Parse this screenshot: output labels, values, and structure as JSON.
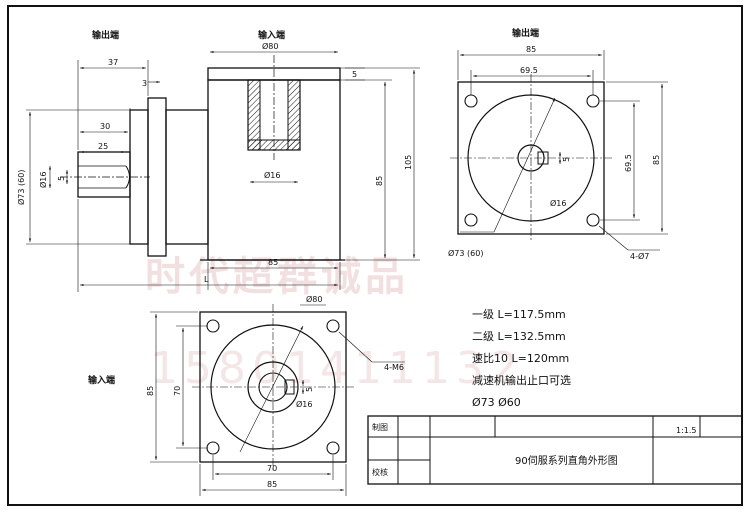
{
  "side_view": {
    "output_label": "输出端",
    "input_label": "输入端",
    "dims": {
      "d37": "37",
      "d3": "3",
      "d30": "30",
      "d25": "25",
      "phi73": "Ø73 (60)",
      "phi16": "Ø16",
      "d5": "5",
      "phi80": "Ø80",
      "d5b": "5",
      "phi16b": "Ø16",
      "d85v": "85",
      "d105": "105",
      "d85h": "85",
      "L": "L"
    }
  },
  "right_view": {
    "output_label": "输出端",
    "dims": {
      "d85": "85",
      "d695": "69.5",
      "d695v": "69.5",
      "d85v": "85",
      "d5": "5",
      "phi16": "Ø16",
      "phi73": "Ø73 (60)",
      "holes": "4-Ø7"
    }
  },
  "bottom_view": {
    "input_label": "输入端",
    "dims": {
      "phi80": "Ø80",
      "d5": "5",
      "phi16": "Ø16",
      "d70v": "70",
      "d85v": "85",
      "d70h": "70",
      "d85h": "85",
      "holes": "4-M6"
    }
  },
  "notes": {
    "line1": "一级 L=117.5mm",
    "line2": "二级 L=132.5mm",
    "line3": "速比10  L=120mm",
    "line4": "减速机输出止口可选",
    "line5": "Ø73  Ø60"
  },
  "title_block": {
    "drawn_label": "制图",
    "checked_label": "校核",
    "title": "90伺服系列直角外形图",
    "scale": "1:1.5"
  },
  "watermark": {
    "company": "时代超群诚品",
    "phone": "15801411132"
  }
}
